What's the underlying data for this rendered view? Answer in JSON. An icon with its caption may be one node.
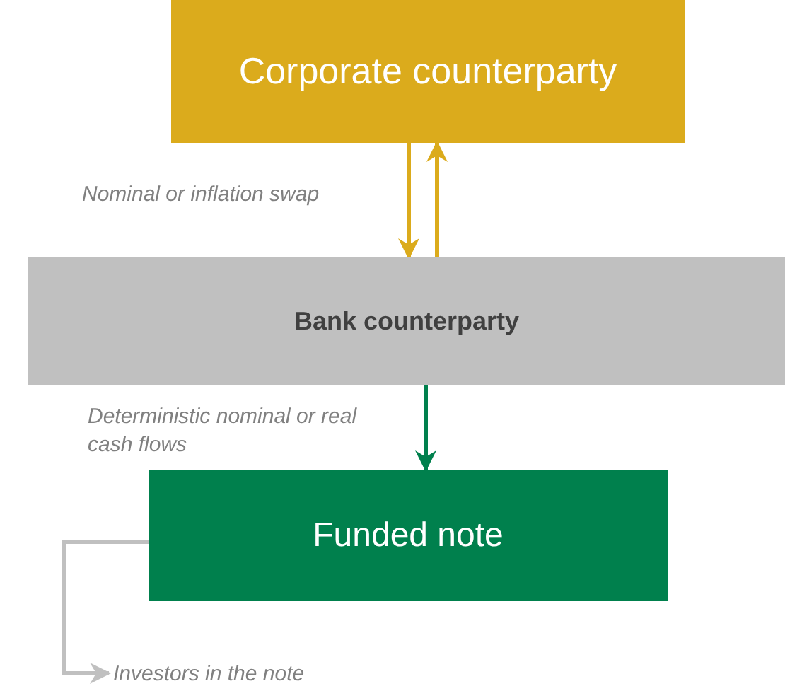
{
  "diagram": {
    "nodes": [
      {
        "text": [
          "Corporate counterparty"
        ]
      },
      {
        "text": [
          "Bank counterparty"
        ]
      },
      {
        "text": [
          "Funded note"
        ]
      },
      {
        "text": [
          "Investors in the note"
        ]
      }
    ],
    "edges": [
      {
        "from": 0,
        "to": 1,
        "arrow": "to",
        "color": "#dbab1c"
      },
      {
        "from": 1,
        "to": 0,
        "arrow": "to",
        "color": "#dbab1c"
      },
      {
        "from": 1,
        "to": 2,
        "arrow": "to",
        "color": "#00804d"
      },
      {
        "from": 2,
        "to": 3,
        "arrow": "to",
        "color": "#c0c0c0"
      }
    ],
    "labels": [
      "Nominal or inflation swap",
      "Deterministic nominal or real cash flows"
    ]
  }
}
